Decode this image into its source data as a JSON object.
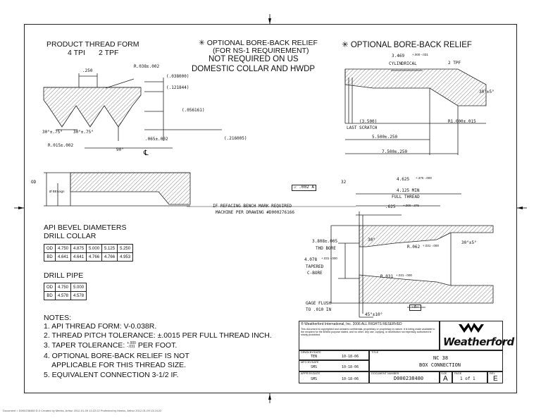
{
  "product_thread": {
    "title": "PRODUCT THREAD FORM",
    "tpi": "4 TPI",
    "tpf": "2 TPF",
    "dims": {
      "pitch": ".250",
      "radius_top": "R.038±.002",
      "d1": "(.038000)",
      "d2": "(.121844)",
      "d3": "(.056161)",
      "d4": "(.216005)",
      "angle_left": "30°±.75°",
      "angle_right": "30°±.75°",
      "radius_root": "R.015±.002",
      "flat": ".065±.002",
      "perp": "90°",
      "centerline": "℄"
    }
  },
  "optional_note": {
    "line1": "✳ OPTIONAL BORE-BACK RELIEF",
    "line2": "(FOR NS-1 REQUIREMENT)",
    "line3": "NOT REQUIRED ON US",
    "line4": "DOMESTIC COLLAR AND HWDP"
  },
  "bore_back": {
    "title": "✳ OPTIONAL BORE-BACK RELIEF",
    "cyl": "3.469",
    "cyl_tol": "+.000 -.031",
    "cyl_label": "CYLINDRICAL",
    "tpf": "2 TPF",
    "angle": "30°±5°",
    "last_scratch": "(3.500)",
    "last_scratch_label": "LAST SCRATCH",
    "radius": "R1.000±.015",
    "dim1": "5.500±.250",
    "dim2": "7.500±.250"
  },
  "bevel_view": {
    "od": "OD",
    "bd": "Ø BEsoign"
  },
  "api_bevel": {
    "title1": "API BEVEL DIAMETERS",
    "title2": "DRILL COLLAR",
    "collar_rows": [
      [
        "OD",
        "4.750",
        "4.875",
        "5.000",
        "5.125",
        "5.250"
      ],
      [
        "BD",
        "4.641",
        "4.641",
        "4.766",
        "4.766",
        "4.953"
      ]
    ],
    "title3": "DRILL PIPE",
    "pipe_rows": [
      [
        "OD",
        "4.750",
        "5.000"
      ],
      [
        "BD",
        "4.578",
        "4.578"
      ]
    ]
  },
  "notes": {
    "heading": "NOTES:",
    "items": [
      "1. API THREAD FORM: V-0.038R.",
      "2. THREAD PITCH TOLERANCE: ±.0015 PER FULL THREAD INCH.",
      "3. TAPER TOLERANCE: ",
      "4. OPTIONAL BORE-BACK RELIEF IS NOT",
      "    APPLICABLE FOR THIS THREAD SIZE.",
      "5. EQUIVALENT CONNECTION 3-1/2 IF."
    ],
    "taper_tol_plus": "+.000",
    "taper_tol_minus": "-.031",
    "taper_tol_suffix": " PER FOOT."
  },
  "box_view": {
    "gdt": ".002",
    "gdt_datum": "A",
    "dim_32": "32",
    "total": "4.625",
    "total_tol": "+.375 -.000",
    "min_thread": "4.125 MIN",
    "full_thread": "FULL THREAD",
    "cb_depth": ".625",
    "cb_tol": "+.000 -.375",
    "refacing1": "IF REFACING BENCH MARK REQUIRED",
    "refacing2": "MACHINE PER DRAWING #D000276166",
    "bore_angle": "30°",
    "bore": "3.808±.005",
    "bore_label": "THD BORE",
    "r1": "R.062",
    "r1_tol": "+.031 -.000",
    "angle_right": "30°±5°",
    "cbore": "4.078",
    "cbore_tol": "+.031 -.000",
    "cbore_label1": "TAPERED",
    "cbore_label2": "C-BORE",
    "r2": "R.031",
    "r2_tol": "+.031 -.000",
    "datum": "-A-",
    "gage1": "GAGE FLUSH",
    "gage2": "TO .010 IN",
    "bevel": "45°±10°"
  },
  "title_block": {
    "company": "Weatherford International, Inc. 2006  ALL RIGHTS RESERVED",
    "notice": "This document is copyrighted and contains confidential, proprietary or proprietary in nature. It is being made available to the recipient for the limited purpose stated, and no other. Any use, copying, or distribution not expressly authorized is strictly prohibited.",
    "logo": "Weatherford",
    "drawn_label": "DRWN BY/DATE",
    "drawn_by": "TEN",
    "drawn_date": "10-18-06",
    "mfg_label": "MFG BY/DATE",
    "mfg_by": "SMS",
    "mfg_date": "10-18-06",
    "appr_label": "APPR BY/DATE",
    "appr_by": "SMS",
    "appr_date": "10-18-06",
    "title_label": "TITLE",
    "title1": "NC 38",
    "title2": "BOX CONNECTION",
    "docnum_label": "DOCUMENT NUMBER",
    "docnum": "D000238480",
    "size_label": "SIZE",
    "size": "A",
    "page_label": "PAGE",
    "page": "1 of 1",
    "rev_label": "REV",
    "rev": "E"
  },
  "footer": "Document = D000238480 D.3 Created by Meeks, Arthur 2012-01-09 13:22:22 Protected by Meeks, Arthur 2012-01-09 13:24:22"
}
